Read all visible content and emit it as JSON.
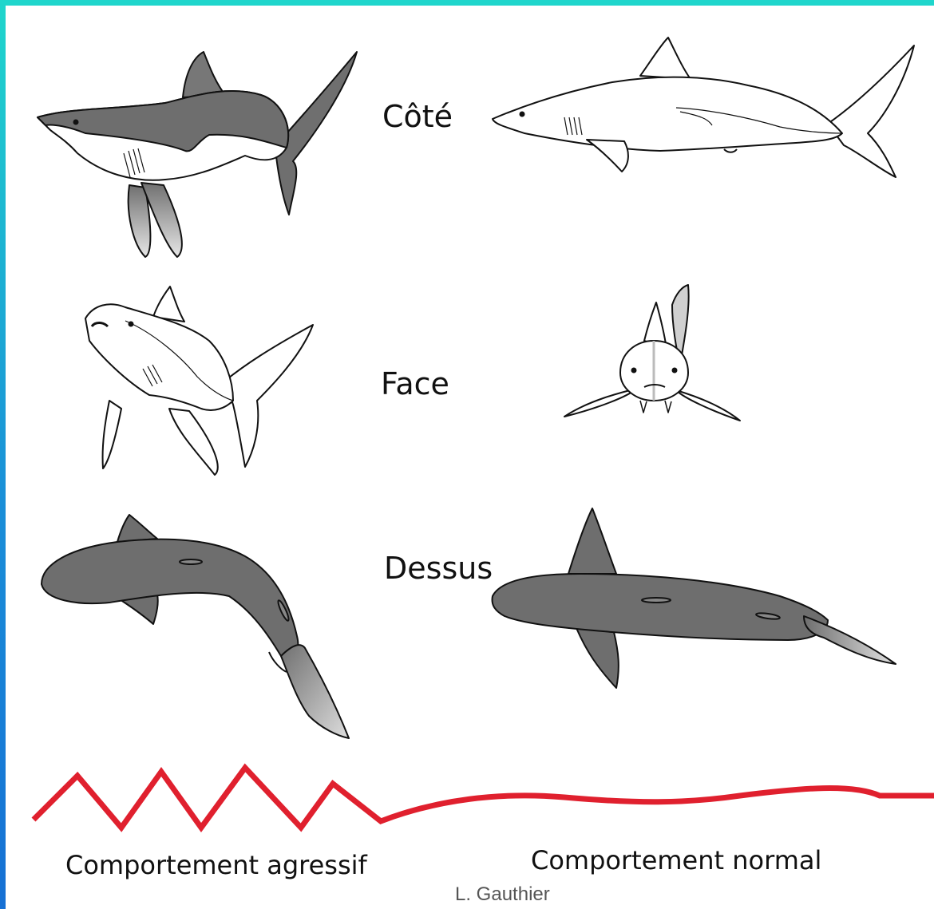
{
  "views": {
    "side": "Côté",
    "front": "Face",
    "top": "Dessus"
  },
  "captions": {
    "aggressive": "Comportement agressif",
    "normal": "Comportement normal"
  },
  "credit": "L. Gauthier",
  "colors": {
    "frame_top": "#1fd6cc",
    "frame_bottom": "#1670d4",
    "shark_dark": "#6e6e6e",
    "shark_fill": "#7a7a7a",
    "outline": "#111111",
    "path_line": "#e0202e"
  },
  "icons": {
    "aggressive_side": "shark-side-hunched-icon",
    "normal_side": "shark-side-relaxed-icon",
    "aggressive_front": "shark-front-aggressive-icon",
    "normal_front": "shark-front-normal-icon",
    "aggressive_top": "shark-top-curved-icon",
    "normal_top": "shark-top-straight-icon"
  }
}
